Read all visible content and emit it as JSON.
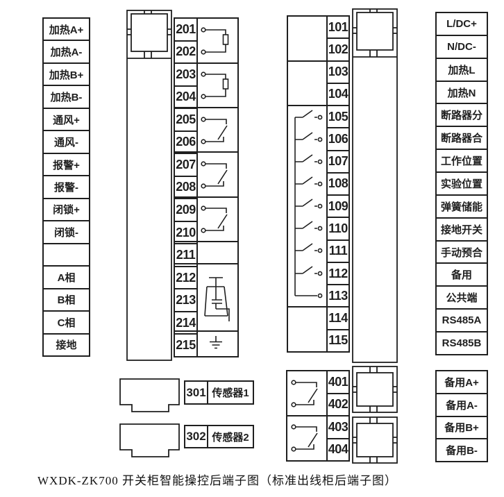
{
  "caption": "WXDK-ZK700 开关柜智能操控后端子图（标准出线柜后端子图）",
  "left_labels": [
    "加热A+",
    "加热A-",
    "加热B+",
    "加热B-",
    "通风+",
    "通风-",
    "报警+",
    "报警-",
    "闭锁+",
    "闭锁-",
    "",
    "A相",
    "B相",
    "C相",
    "接地"
  ],
  "terminal_200": [
    "201",
    "202",
    "203",
    "204",
    "205",
    "206",
    "207",
    "208",
    "209",
    "210",
    "211",
    "212",
    "213",
    "214",
    "215"
  ],
  "terminal_100": [
    "101",
    "102",
    "103",
    "104",
    "105",
    "106",
    "107",
    "108",
    "109",
    "110",
    "111",
    "112",
    "113",
    "114",
    "115"
  ],
  "right_labels": [
    "L/DC+",
    "N/DC-",
    "加热L",
    "加热N",
    "断路器分",
    "断路器合",
    "工作位置",
    "实验位置",
    "弹簧储能",
    "接地开关",
    "手动预合",
    "备用",
    "公共端",
    "RS485A",
    "RS485B"
  ],
  "terminal_400": [
    "401",
    "402",
    "403",
    "404"
  ],
  "spare_labels": [
    "备用A+",
    "备用A-",
    "备用B+",
    "备用B-"
  ],
  "sensors": [
    {
      "number": "301",
      "label": "传感器1"
    },
    {
      "number": "302",
      "label": "传感器2"
    }
  ],
  "symbols": {
    "block_200": [
      {
        "rows": "201-202",
        "type": "resistor"
      },
      {
        "rows": "203-204",
        "type": "resistor"
      },
      {
        "rows": "205-206",
        "type": "relay-contact"
      },
      {
        "rows": "207-208",
        "type": "relay-contact"
      },
      {
        "rows": "209-210",
        "type": "relay-contact"
      },
      {
        "rows": "212-214",
        "type": "sensor-transformer"
      },
      {
        "rows": "215",
        "type": "earth-ground"
      }
    ],
    "block_100": [
      {
        "rows": "105-112",
        "type": "switch-to-common"
      },
      {
        "rows": "113",
        "type": "common-line"
      }
    ],
    "block_400": [
      {
        "rows": "401-402",
        "type": "relay-contact"
      },
      {
        "rows": "403-404",
        "type": "relay-contact"
      }
    ]
  },
  "colors": {
    "line": "#1f1f1f",
    "background": "#ffffff"
  }
}
